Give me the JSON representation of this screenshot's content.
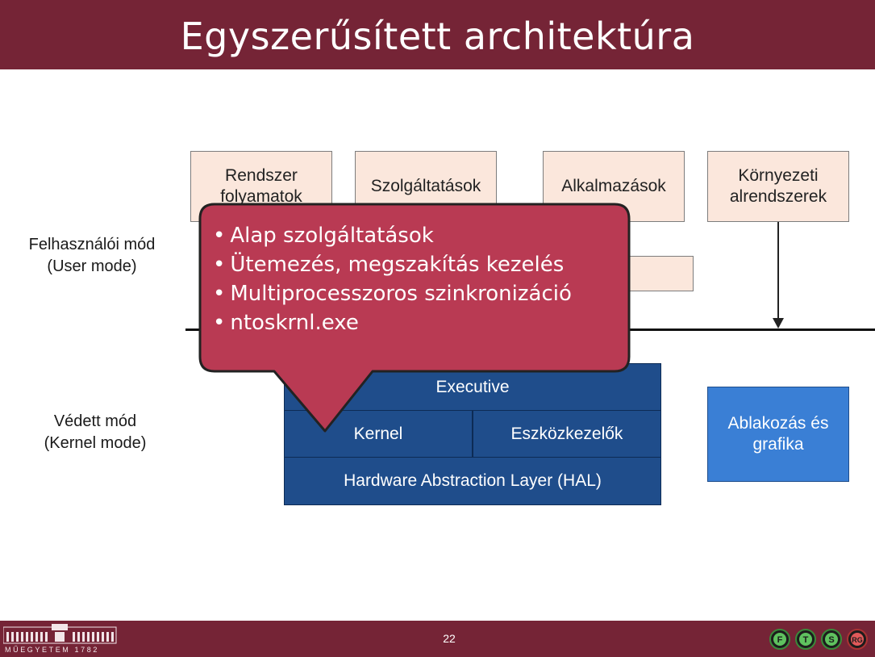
{
  "header": {
    "title": "Egyszerűsített architektúra"
  },
  "modes": {
    "user": {
      "line1": "Felhasználói mód",
      "line2": "(User mode)"
    },
    "kernel": {
      "line1": "Védett mód",
      "line2": "(Kernel mode)"
    }
  },
  "user_boxes": {
    "system_processes": {
      "line1": "Rendszer",
      "line2": "folyamatok"
    },
    "services": "Szolgáltatások",
    "applications": "Alkalmazások",
    "environment_subsystems": {
      "line1": "Környezeti",
      "line2": "alrendszerek"
    }
  },
  "kernel_boxes": {
    "executive": "Executive",
    "kernel": "Kernel",
    "device_drivers": "Eszközkezelők",
    "hal": "Hardware Abstraction Layer (HAL)",
    "windowing": {
      "line1": "Ablakozás és",
      "line2": "grafika"
    }
  },
  "callout": {
    "items": [
      "Alap szolgáltatások",
      "Ütemezés, megszakítás kezelés",
      "Multiprocesszoros szinkronizáció",
      "ntoskrnl.exe"
    ]
  },
  "footer": {
    "page_number": "22",
    "left_logo_text": "MŰEGYETEM 1782",
    "right_logo_letters": [
      "F",
      "T",
      "S",
      "RG"
    ]
  },
  "colors": {
    "header_bg": "#752436",
    "user_box_bg": "#fbe7dc",
    "kernel_box_bg": "#1f4d8b",
    "windowing_bg": "#3a7fd5",
    "callout_bg": "#b93a53"
  }
}
